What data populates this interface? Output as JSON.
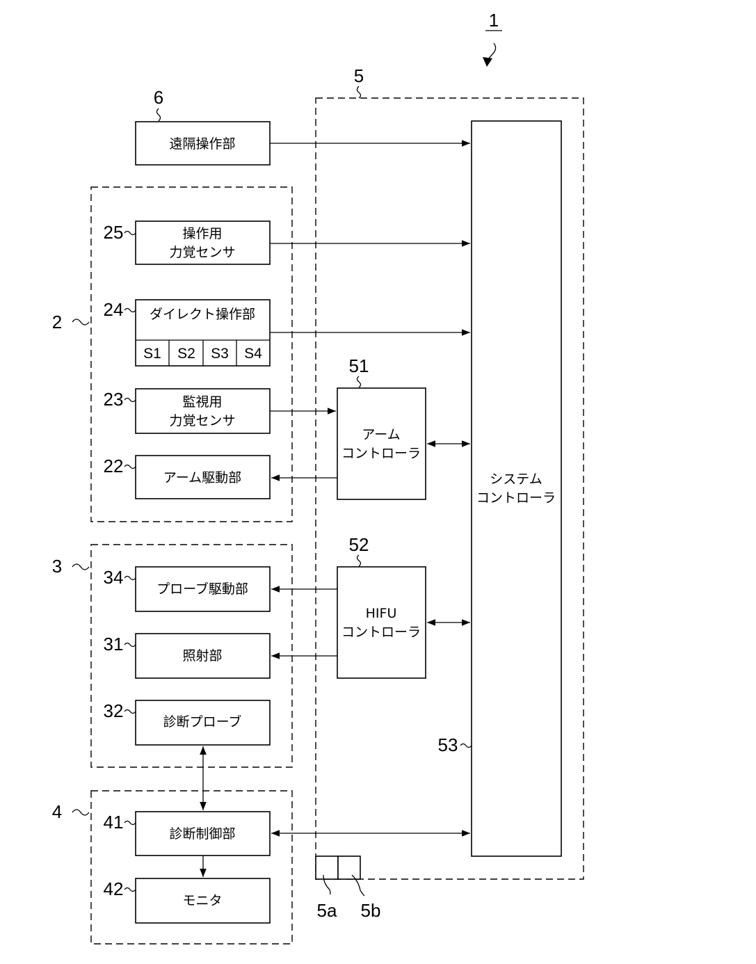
{
  "refs": {
    "system": "1",
    "controller_unit": "5",
    "remote": "6",
    "arm_unit": "2",
    "force_op": "25",
    "direct_op": "24",
    "force_mon": "23",
    "arm_drive": "22",
    "hifu_unit": "3",
    "probe_drive": "34",
    "irradiation": "31",
    "diag_probe": "32",
    "diag_unit": "4",
    "diag_ctrl": "41",
    "monitor": "42",
    "arm_ctrl": "51",
    "hifu_ctrl": "52",
    "sys_ctrl": "53",
    "port_a": "5a",
    "port_b": "5b"
  },
  "blocks": {
    "remote": [
      "遠隔操作部"
    ],
    "force_op": [
      "操作用",
      "力覚センサ"
    ],
    "direct_op": [
      "ダイレクト操作部"
    ],
    "switches": [
      "S1",
      "S2",
      "S3",
      "S4"
    ],
    "force_mon": [
      "監視用",
      "力覚センサ"
    ],
    "arm_drive": [
      "アーム駆動部"
    ],
    "probe_drive": [
      "プローブ駆動部"
    ],
    "irradiation": [
      "照射部"
    ],
    "diag_probe": [
      "診断プローブ"
    ],
    "diag_ctrl": [
      "診断制御部"
    ],
    "monitor": [
      "モニタ"
    ],
    "arm_ctrl": [
      "アーム",
      "コントローラ"
    ],
    "hifu_ctrl": [
      "HIFU",
      "コントローラ"
    ],
    "sys_ctrl": [
      "システム",
      "コントローラ"
    ]
  }
}
